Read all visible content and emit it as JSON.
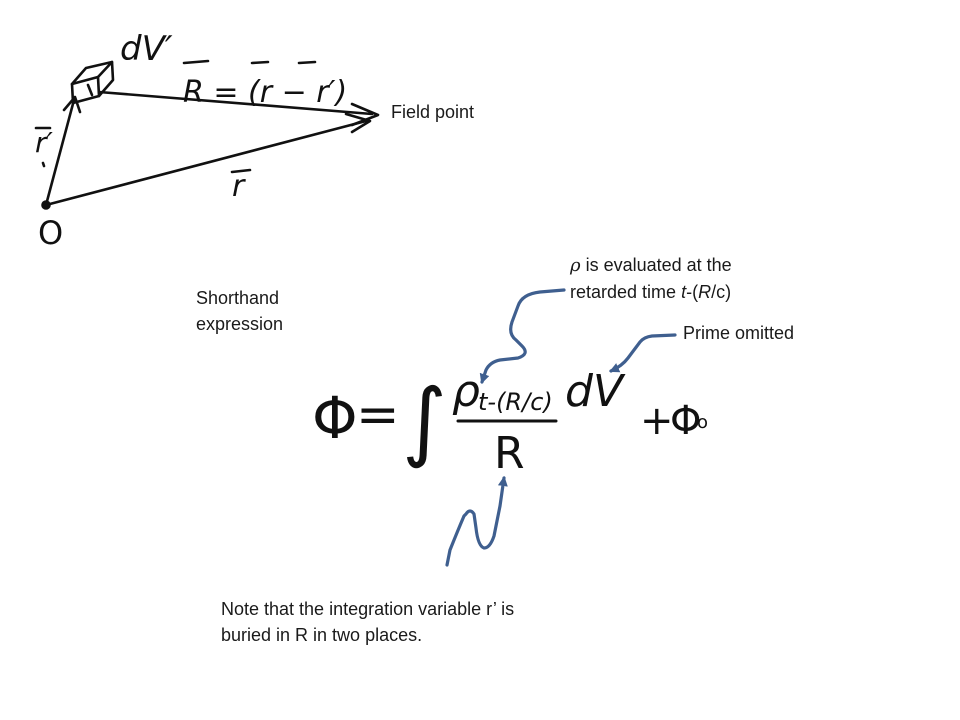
{
  "colors": {
    "ink": "#111111",
    "text": "#1a1a1a",
    "arrow": "#3f5f8f"
  },
  "diagram": {
    "vector_R_label": "R = (r − r′)",
    "vector_r_label": "r",
    "vector_rprime_label": "r′",
    "volume_label": "dV′",
    "origin_label": "O"
  },
  "equation": {
    "phi": "Φ",
    "equals": "=",
    "integral": "∫",
    "rho": "ρ",
    "subscript": "t-(R/c)",
    "dV": "dV",
    "denominator": "R",
    "plus": "+",
    "phi0": "Φ",
    "phi0_sub": "o"
  },
  "annotations": {
    "field_point": "Field point",
    "shorthand_line1": "Shorthand",
    "shorthand_line2": "expression",
    "rho_symbol": "ρ",
    "rho_text1": " is evaluated at the",
    "rho_text2_a": "retarded time ",
    "rho_text2_t": "t",
    "rho_text2_b": "-(",
    "rho_text2_R": "R",
    "rho_text2_c": "/c)",
    "prime_omitted": "Prime omitted",
    "note_line1": "Note that the integration variable r’ is",
    "note_line2": "buried in R in two places."
  }
}
